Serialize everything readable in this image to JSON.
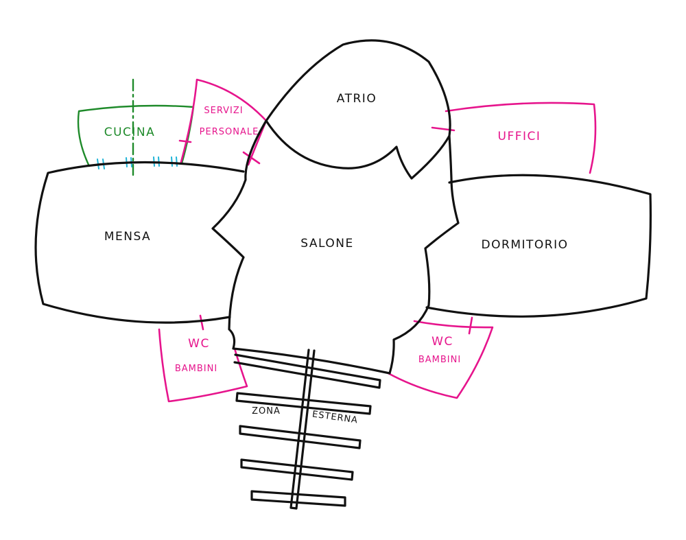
{
  "rooms": {
    "atrio": "ATRIO",
    "cucina": "CUCINA",
    "servizi_line1": "SERVIZI",
    "servizi_line2": "PERSONALE",
    "uffici": "UFFICI",
    "mensa": "MENSA",
    "salone": "SALONE",
    "dormitorio": "DORMITORIO",
    "wc_left_line1": "WC",
    "wc_left_line2": "BAMBINI",
    "wc_right_line1": "WC",
    "wc_right_line2": "BAMBINI",
    "zona": "ZONA",
    "esterna": "ESTERNA"
  },
  "colors": {
    "ink": "#111111",
    "service": "#e6148c",
    "kitchen": "#1e8a2a",
    "doors": "#1fb3d6"
  }
}
